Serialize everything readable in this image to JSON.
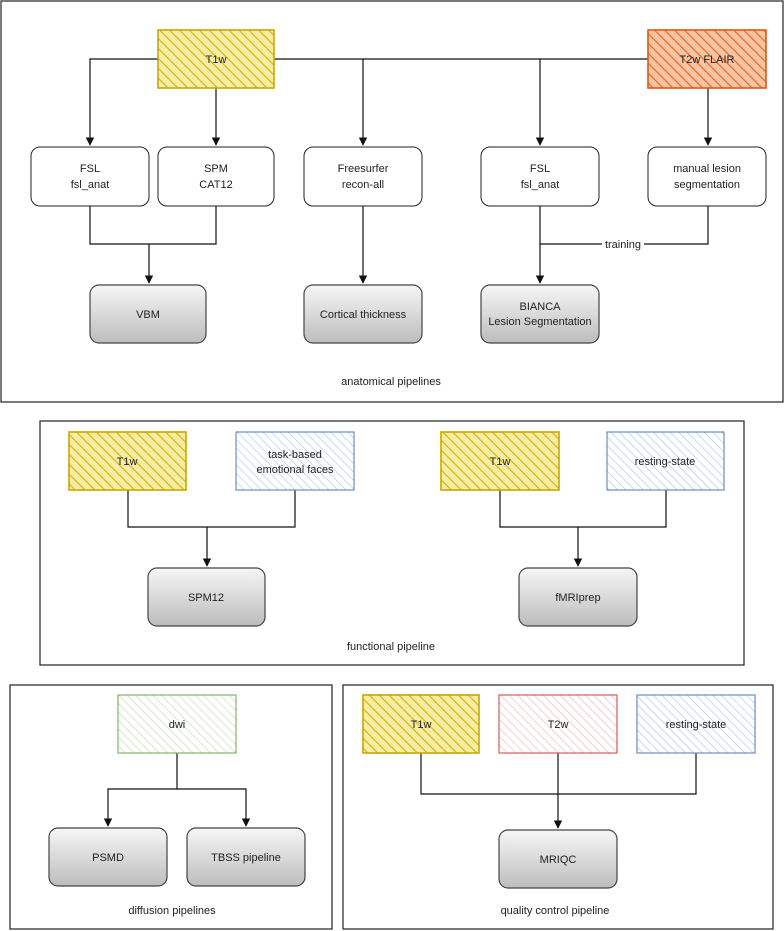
{
  "panels": {
    "anatomical": "anatomical pipelines",
    "functional": "functional pipeline",
    "diffusion": "diffusion pipelines",
    "qc": "quality control pipeline"
  },
  "anatomical": {
    "t1w": "T1w",
    "t2flair": "T2w FLAIR",
    "fsl1": [
      "FSL",
      "fsl_anat"
    ],
    "spm": [
      "SPM",
      "CAT12"
    ],
    "freesurfer": [
      "Freesurfer",
      "recon-all"
    ],
    "fsl2": [
      "FSL",
      "fsl_anat"
    ],
    "manual": [
      "manual lesion",
      "segmentation"
    ],
    "vbm": "VBM",
    "cortical": "Cortical thickness",
    "bianca": [
      "BIANCA",
      "Lesion Segmentation"
    ],
    "training": "training"
  },
  "functional": {
    "t1w_a": "T1w",
    "task": [
      "task-based",
      "emotional faces"
    ],
    "t1w_b": "T1w",
    "rest": "resting-state",
    "spm12": "SPM12",
    "fmriprep": "fMRIprep"
  },
  "diffusion": {
    "dwi": "dwi",
    "psmd": "PSMD",
    "tbss": "TBSS pipeline"
  },
  "qc": {
    "t1w": "T1w",
    "t2w": "T2w",
    "rest": "resting-state",
    "mriqc": "MRIQC"
  },
  "colors": {
    "t1w_fill": "#f3e38c",
    "t1w_stroke": "#c8a800",
    "t1w_hatch": "#d4b800",
    "flair_fill": "#f7a57c",
    "flair_stroke": "#e05a12",
    "flair_hatch": "#ea6a1e",
    "blue_stroke": "#6c8ebf",
    "blue_hatch": "#a9c4e8",
    "green_stroke": "#82b366",
    "green_hatch": "#b9dca6",
    "red_stroke": "#d65c5c",
    "red_hatch": "#efb0b0"
  }
}
